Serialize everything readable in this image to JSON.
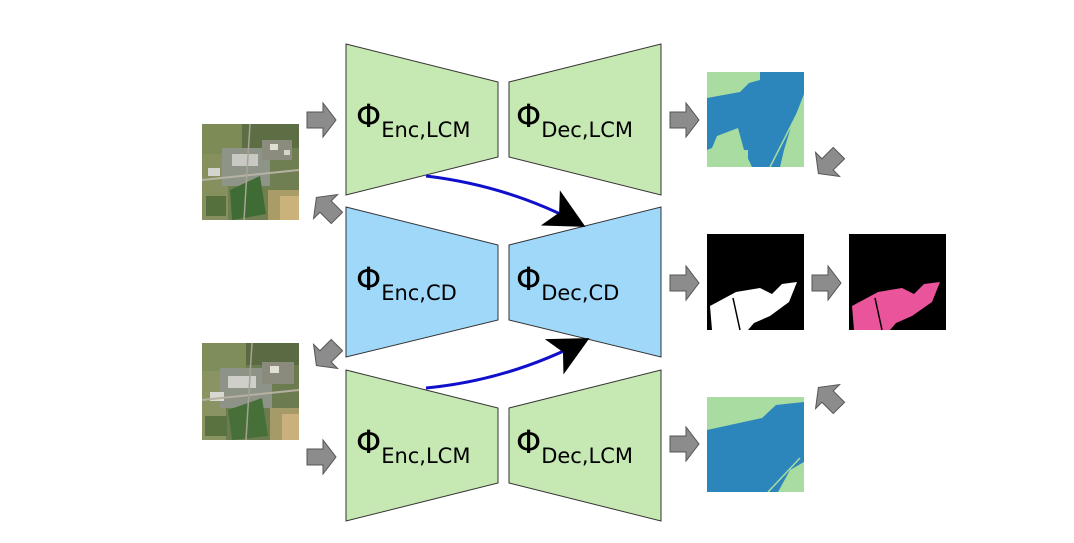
{
  "colors": {
    "lcm_block": "#c6e8b3",
    "cd_block": "#a0d8fa",
    "block_border": "#333333",
    "grey_arrow": "#8c8c8c",
    "skip_arrow": "#1010cc",
    "lcm_light": "#a8dca0",
    "lcm_water": "#2d86bb",
    "mask_bg": "#000000",
    "mask_fg": "#ffffff",
    "change_fg": "#ea549a"
  },
  "icons": {
    "flow_arrow": "grey-block-arrow-icon",
    "skip_connection": "curved-arrow-icon"
  },
  "blocks": {
    "top_encoder": {
      "phi": "Φ",
      "sub": "Enc,LCM"
    },
    "top_decoder": {
      "phi": "Φ",
      "sub": "Dec,LCM"
    },
    "cd_encoder": {
      "phi": "Φ",
      "sub": "Enc,CD"
    },
    "cd_decoder": {
      "phi": "Φ",
      "sub": "Dec,CD"
    },
    "bottom_encoder": {
      "phi": "Φ",
      "sub": "Enc,LCM"
    },
    "bottom_decoder": {
      "phi": "Φ",
      "sub": "Dec,LCM"
    }
  },
  "images": {
    "input_t1": "aerial-image-t1",
    "input_t2": "aerial-image-t2",
    "lcm_map_t1": "land-cover-map-t1",
    "lcm_map_t2": "land-cover-map-t2",
    "change_mask": "binary-change-mask",
    "semantic_change_map": "semantic-change-map"
  }
}
